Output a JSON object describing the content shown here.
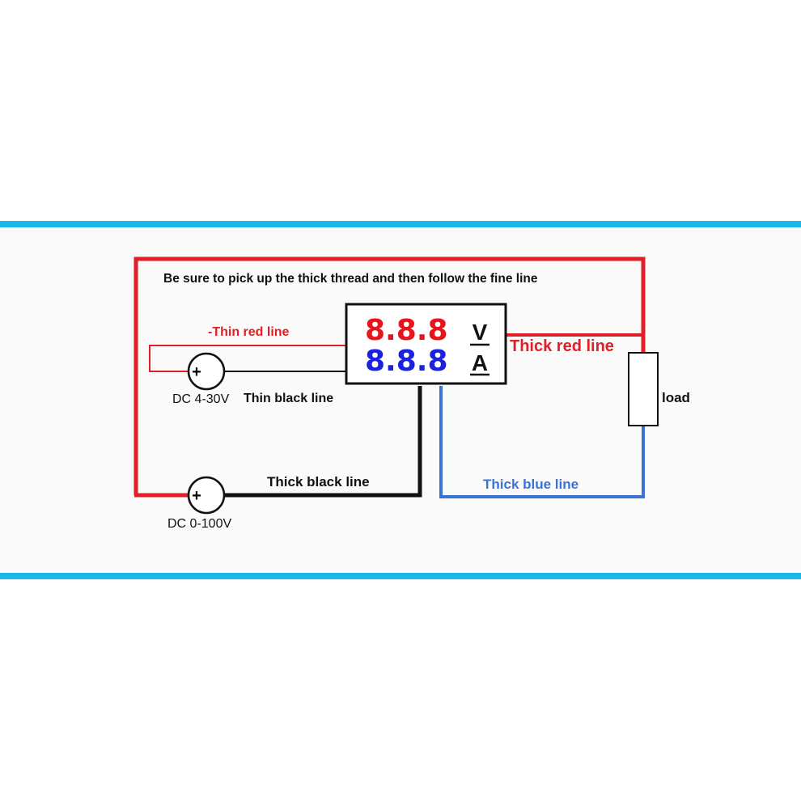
{
  "colors": {
    "band": "#1ab8e6",
    "panel": "#fafafa",
    "red_wire": "#e01f26",
    "black_wire": "#111111",
    "blue_wire": "#3a72d6",
    "display_red": "#e8141c",
    "display_blue": "#1a22e0"
  },
  "diagram": {
    "instruction": "Be sure to pick up the thick thread and then follow the fine line",
    "meter": {
      "top_digits": "8.8.8",
      "bottom_digits": "8.8.8",
      "unit_top": "V",
      "unit_bottom": "A"
    },
    "wires": {
      "thin_red": "-Thin red line",
      "thin_black": "Thin black line",
      "thick_red": "Thick red line",
      "thick_black": "Thick black line",
      "thick_blue": "Thick blue line"
    },
    "sources": {
      "small_supply": "DC 4-30V",
      "large_supply": "DC 0-100V",
      "source_symbol": "+"
    },
    "load_label": "load"
  }
}
